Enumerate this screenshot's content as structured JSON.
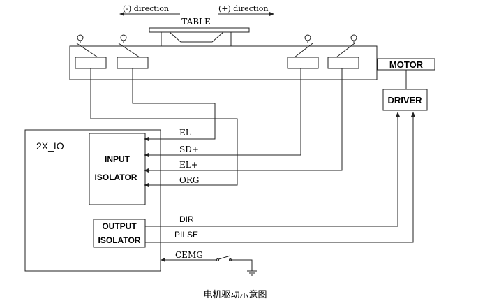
{
  "header": {
    "neg_direction": "(-) direction",
    "pos_direction": "(+) direction",
    "table": "TABLE"
  },
  "blocks": {
    "motor": "MOTOR",
    "driver": "DRIVER",
    "io_board": "2X_IO",
    "input_isolator": [
      "INPUT",
      "ISOLATOR"
    ],
    "output_isolator": [
      "OUTPUT",
      "ISOLATOR"
    ]
  },
  "signals": {
    "el_minus": "EL-",
    "sd_plus": "SD+",
    "el_plus": "EL+",
    "org": "ORG",
    "dir": "DIR",
    "pilse": "PILSE",
    "cemg": "CEMG"
  },
  "caption": "电机驱动示意图"
}
